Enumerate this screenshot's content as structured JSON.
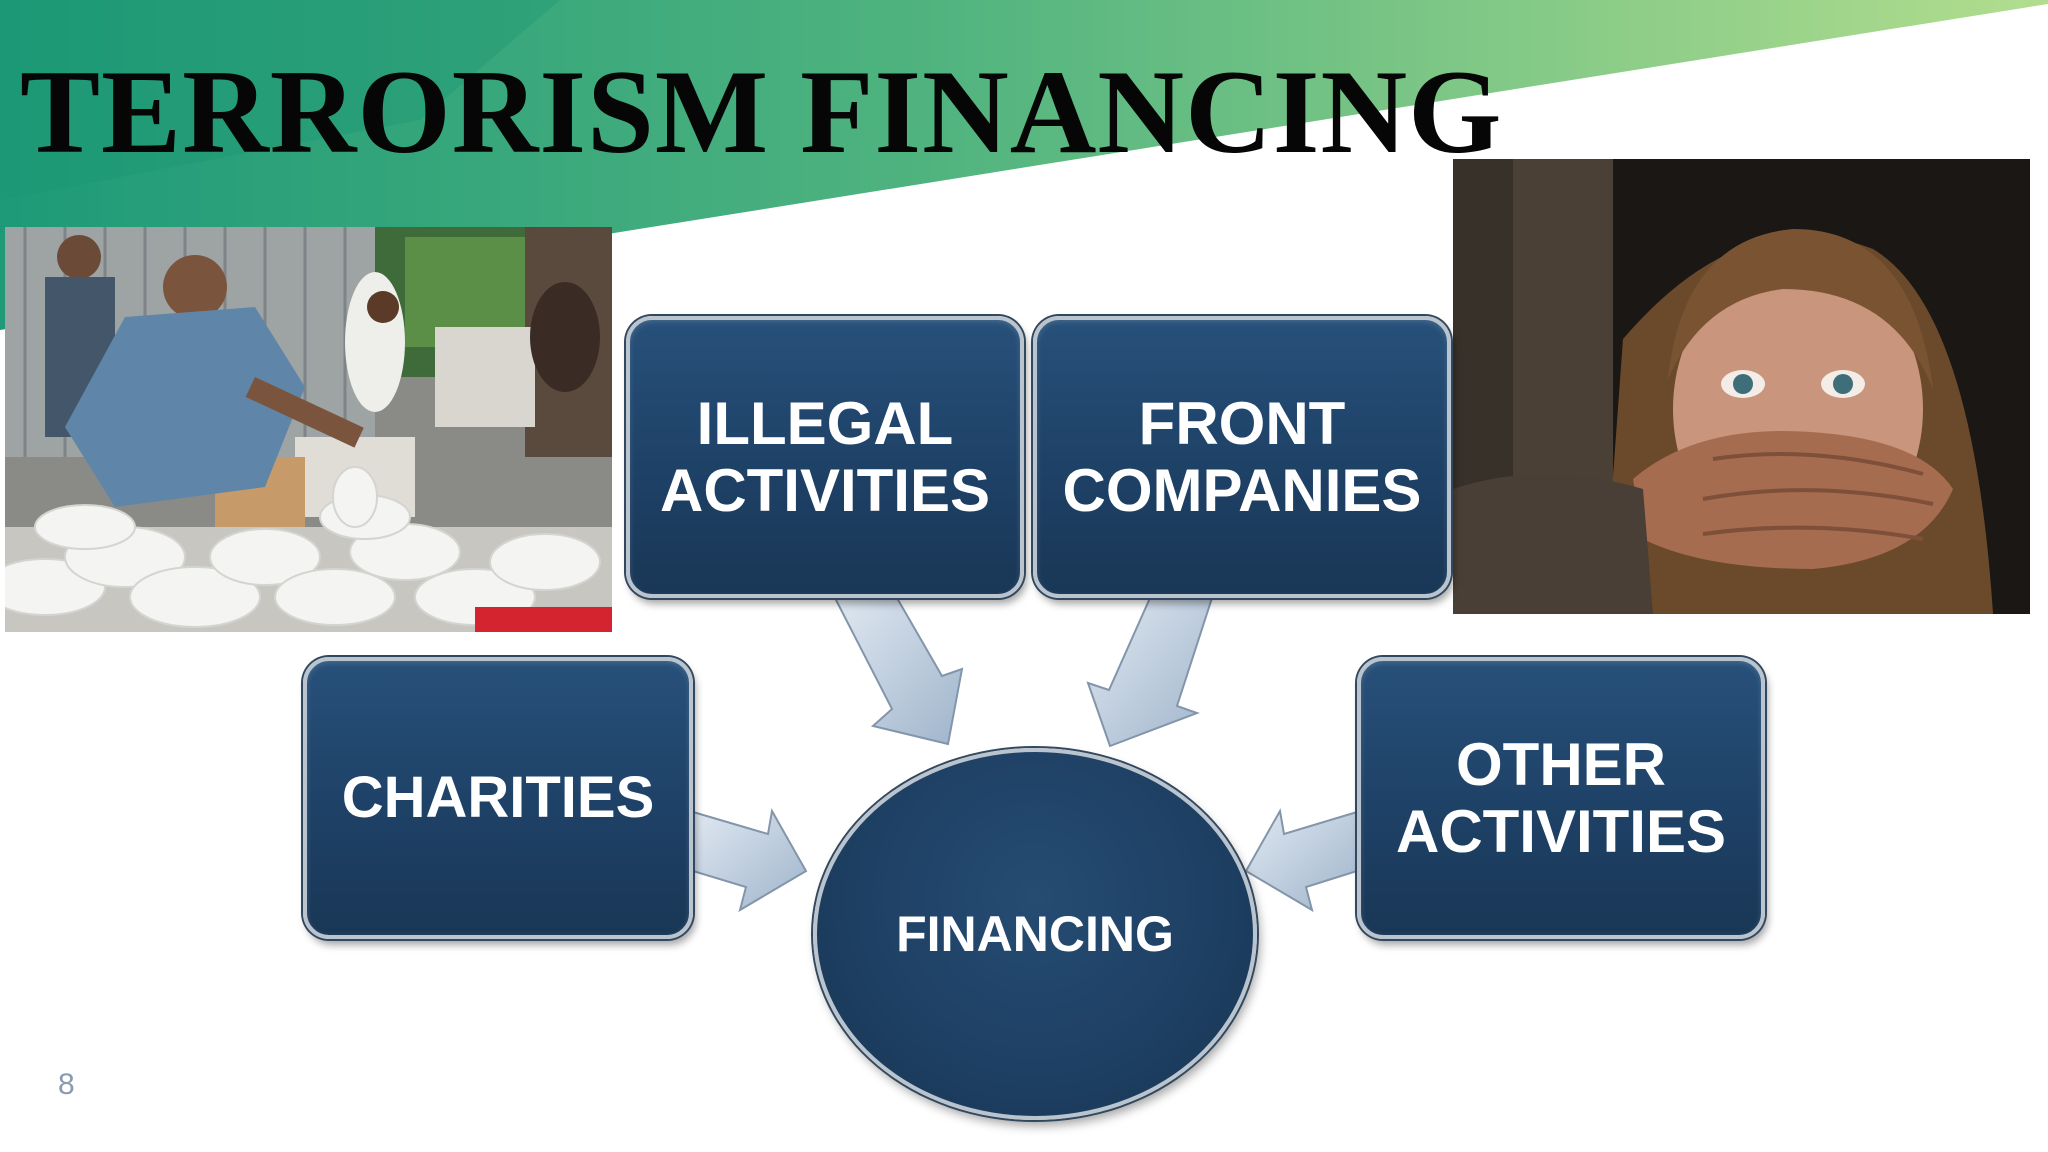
{
  "slide": {
    "title": "TERRORISM FINANCING",
    "page_number": "8"
  },
  "diagram": {
    "center": "FINANCING",
    "sources": {
      "illegal": [
        "ILLEGAL",
        "ACTIVITIES"
      ],
      "front": [
        "FRONT",
        "COMPANIES"
      ],
      "charities": [
        "CHARITIES"
      ],
      "other": [
        "OTHER",
        "ACTIVITIES"
      ]
    }
  },
  "colors": {
    "box_fill": "#1e4166",
    "box_border": "#b9c4cf",
    "arrow_fill": "#b8c9dc",
    "banner_start": "#1e9a78",
    "banner_end": "#a8d88a",
    "title": "#060606"
  },
  "images": {
    "left": "photo-evidence-table",
    "right": "photo-child-covered-mouth"
  }
}
